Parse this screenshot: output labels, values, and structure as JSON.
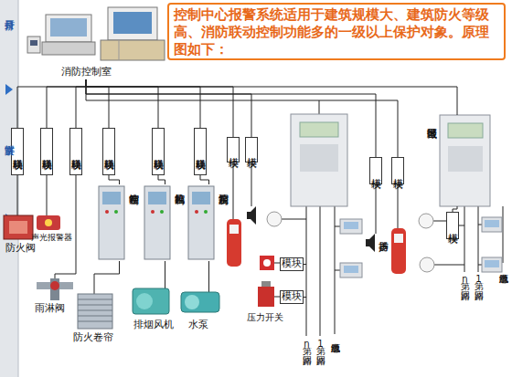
{
  "diagram": {
    "title": "控制中心报警系统适用于建筑规模大、建筑防火等级高、消防联动控制功能多的一级以上保护对象。原理图如下：",
    "nodes": [
      {
        "text": [
          "消防控制室"
        ]
      },
      {
        "text": [
          "联动模块"
        ]
      },
      {
        "text": [
          "联动模块"
        ]
      },
      {
        "text": [
          "联动模块"
        ]
      },
      {
        "text": [
          "联动模块"
        ]
      },
      {
        "text": [
          "联动模块"
        ]
      },
      {
        "text": [
          "联动模块"
        ]
      },
      {
        "text": [
          "模块"
        ]
      },
      {
        "text": [
          "模块"
        ]
      },
      {
        "text": [
          "区域报警器"
        ]
      },
      {
        "text": [
          "模块"
        ]
      },
      {
        "text": [
          "模块"
        ]
      },
      {
        "text": [
          "卷帘控制箱"
        ]
      },
      {
        "text": [
          "风机控制箱"
        ]
      },
      {
        "text": [
          "泵房控制箱"
        ]
      },
      {
        "text": [
          "模块"
        ]
      },
      {
        "text": [
          "模块"
        ]
      },
      {
        "text": [
          "模块"
        ]
      }
    ],
    "edges": [
      {
        "from": 0,
        "to": 1,
        "arrow": "none"
      },
      {
        "from": 0,
        "to": 2,
        "arrow": "none"
      },
      {
        "from": 0,
        "to": 3,
        "arrow": "none"
      },
      {
        "from": 0,
        "to": 4,
        "arrow": "none"
      },
      {
        "from": 0,
        "to": 5,
        "arrow": "none"
      },
      {
        "from": 0,
        "to": 6,
        "arrow": "none"
      },
      {
        "from": 0,
        "to": 7,
        "arrow": "none"
      },
      {
        "from": 0,
        "to": 8,
        "arrow": "none"
      },
      {
        "from": 0,
        "to": 9,
        "arrow": "none"
      },
      {
        "from": 0,
        "to": 10,
        "arrow": "none"
      },
      {
        "from": 0,
        "to": 11,
        "arrow": "none"
      },
      {
        "from": 4,
        "to": 12,
        "arrow": "none"
      },
      {
        "from": 5,
        "to": 13,
        "arrow": "none"
      },
      {
        "from": 6,
        "to": 14,
        "arrow": "none"
      },
      {
        "from": 9,
        "to": 15,
        "arrow": "none"
      }
    ],
    "labels": [
      "打开目录",
      "文字讲解",
      "防火阀",
      "声光报警器",
      "雨淋阀",
      "防火卷帘",
      "排烟风机",
      "水泵",
      "压力开关",
      "扬声器",
      "第n回路",
      "第1回路",
      "电源总线",
      "第n回路",
      "第1回路",
      "电源总线"
    ]
  }
}
